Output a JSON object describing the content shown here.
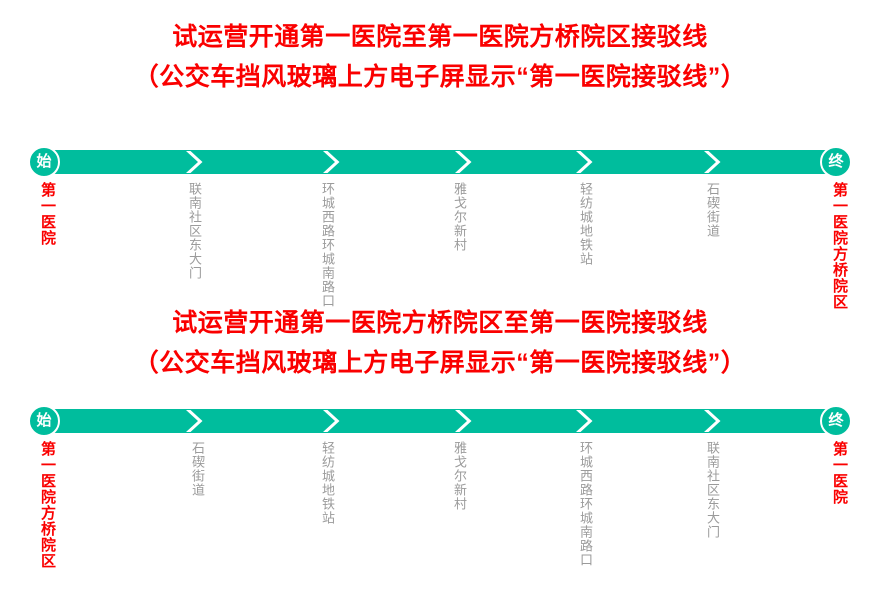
{
  "sections": [
    {
      "id": "route-outbound",
      "title_main": "试运营开通第一医院至第一医院方桥院区接驳线",
      "title_sub": "（公交车挡风玻璃上方电子屏显示“第一医院接驳线”）",
      "start_badge": "始",
      "end_badge": "终",
      "stops": [
        {
          "name": "第一医院",
          "type": "terminal"
        },
        {
          "name": "联南社区东大门",
          "type": "mid"
        },
        {
          "name": "环城西路环城南路口",
          "type": "mid"
        },
        {
          "name": "雅戈尔新村",
          "type": "mid"
        },
        {
          "name": "轻纺城地铁站",
          "type": "mid"
        },
        {
          "name": "石碶街道",
          "type": "mid"
        },
        {
          "name": "第一医院方桥院区",
          "type": "terminal"
        }
      ]
    },
    {
      "id": "route-inbound",
      "title_main": "试运营开通第一医院方桥院区至第一医院接驳线",
      "title_sub": "（公交车挡风玻璃上方电子屏显示“第一医院接驳线”）",
      "start_badge": "始",
      "end_badge": "终",
      "stops": [
        {
          "name": "第一医院方桥院区",
          "type": "terminal"
        },
        {
          "name": "石碶街道",
          "type": "mid"
        },
        {
          "name": "轻纺城地铁站",
          "type": "mid"
        },
        {
          "name": "雅戈尔新村",
          "type": "mid"
        },
        {
          "name": "环城西路环城南路口",
          "type": "mid"
        },
        {
          "name": "联南社区东大门",
          "type": "mid"
        },
        {
          "name": "第一医院",
          "type": "terminal"
        }
      ]
    }
  ],
  "colors": {
    "title_red": "#fa0000",
    "track_green": "#00bd9d",
    "station_gray": "#9b9b9b",
    "background": "#ffffff"
  }
}
